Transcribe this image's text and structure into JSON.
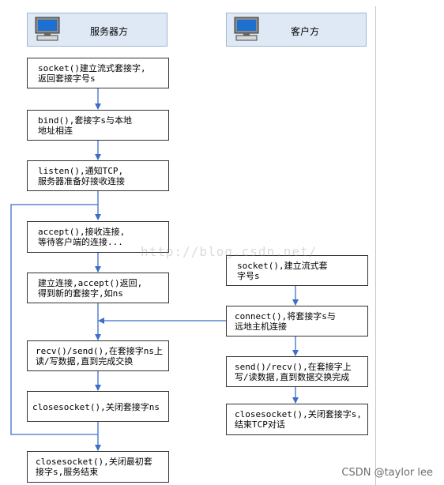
{
  "header_server": {
    "title": "服务器方",
    "icon": "computer-icon"
  },
  "header_client": {
    "title": "客户方",
    "icon": "computer-icon"
  },
  "server_steps": [
    "socket()建立流式套接字,\n返回套接字号s",
    "bind(),套接字s与本地\n地址相连",
    "listen(),通知TCP,\n服务器准备好接收连接",
    "accept(),接收连接,\n等待客户端的连接...",
    "建立连接,accept()返回,\n得到新的套接字,如ns",
    "recv()/send(),在套接字ns上\n读/写数据,直到完成交换",
    "closesocket(),关闭套接字ns",
    "closesocket(),关闭最初套\n接字s,服务结束"
  ],
  "client_steps": [
    "socket(),建立流式套\n字号s",
    "connect(),将套接字s与\n远地主机连接",
    "send()/recv(),在套接字上\n写/读数据,直到数据交换完成",
    "closesocket(),关闭套接字s,\n结束TCP对话"
  ],
  "watermark": "http://blog.csdn.net/",
  "credit": "CSDN @taylor lee",
  "colors": {
    "arrow": "#3b6ec8",
    "header_bg": "#dfe9f5",
    "box_border": "#333333"
  }
}
